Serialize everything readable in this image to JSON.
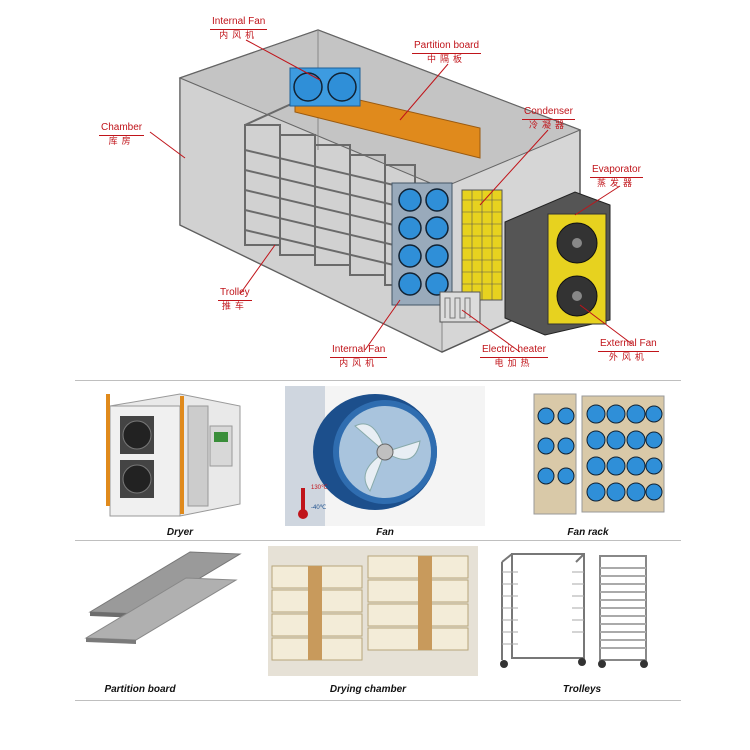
{
  "callouts": {
    "internal_fan_top": {
      "en": "Internal Fan",
      "zh": "内风机"
    },
    "partition_board": {
      "en": "Partition board",
      "zh": "中隔板"
    },
    "chamber": {
      "en": "Chamber",
      "zh": "库房"
    },
    "condenser": {
      "en": "Condenser",
      "zh": "冷凝器"
    },
    "evaporator": {
      "en": "Evaporator",
      "zh": "蒸发器"
    },
    "trolley": {
      "en": "Trolley",
      "zh": "推车"
    },
    "internal_fan_bottom": {
      "en": "Internal Fan",
      "zh": "内风机"
    },
    "electric_heater": {
      "en": "Electric heater",
      "zh": "电加热"
    },
    "external_fan": {
      "en": "External Fan",
      "zh": "外风机"
    }
  },
  "products": [
    {
      "caption": "Dryer"
    },
    {
      "caption": "Fan"
    },
    {
      "caption": "Fan rack"
    },
    {
      "caption": "Partition board"
    },
    {
      "caption": "Drying chamber"
    },
    {
      "caption": "Trolleys"
    }
  ],
  "fan_photo": {
    "temp_high": "130℃",
    "temp_low": "-40℃"
  },
  "colors": {
    "callout_red": "#c0141a",
    "fan_blue": "#2f8fd8",
    "partition_orange": "#e08a1c",
    "coil_yellow": "#e7d21f"
  }
}
